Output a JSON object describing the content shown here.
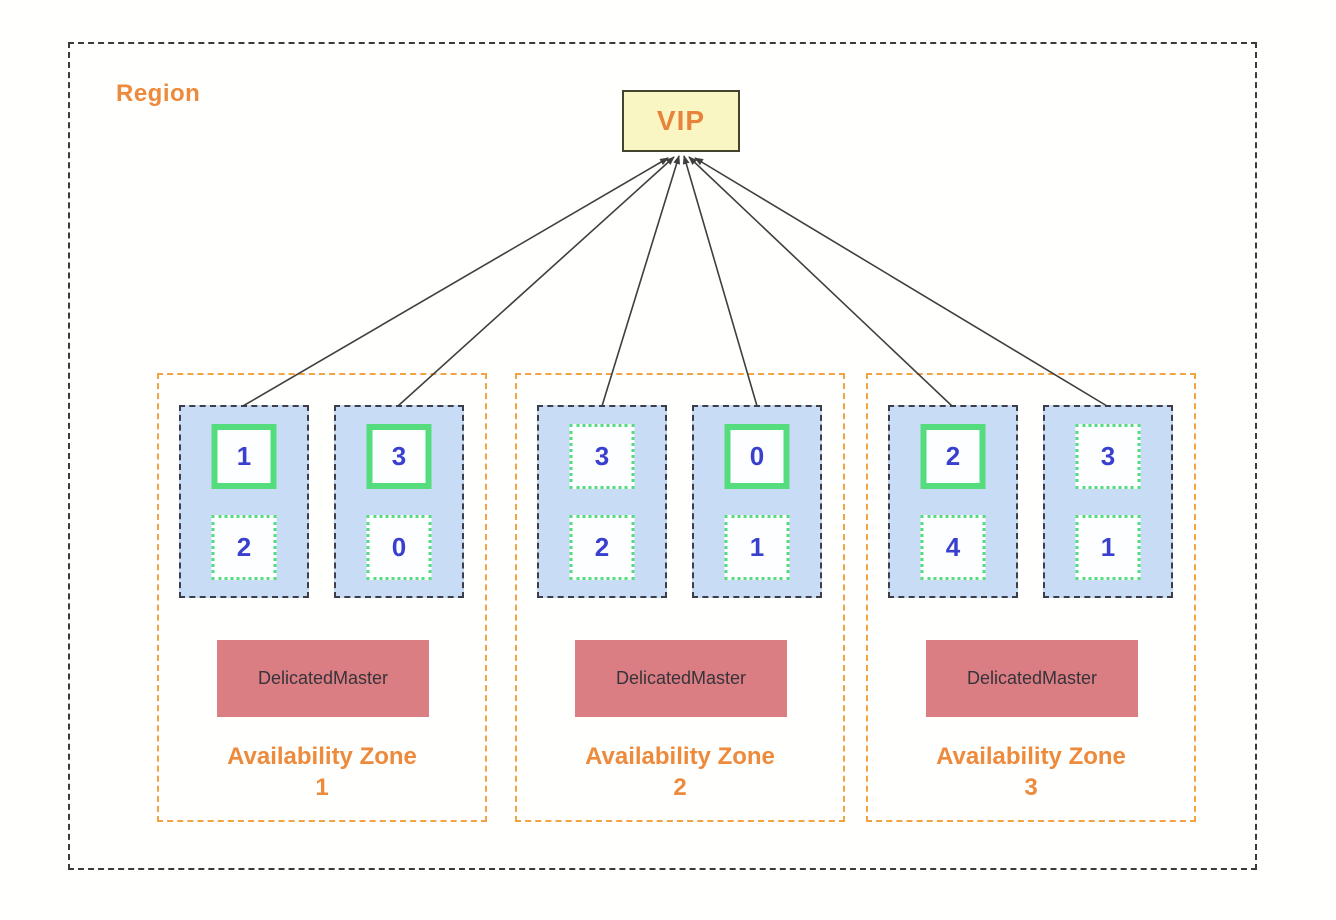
{
  "region": {
    "label": "Region"
  },
  "vip": {
    "label": "VIP"
  },
  "zones": [
    {
      "label": "Availability Zone",
      "number": "1",
      "master_label": "DelicatedMaster",
      "nodes": [
        {
          "shards": [
            {
              "value": "1",
              "style": "solid"
            },
            {
              "value": "2",
              "style": "dotted"
            }
          ]
        },
        {
          "shards": [
            {
              "value": "3",
              "style": "solid"
            },
            {
              "value": "0",
              "style": "dotted"
            }
          ]
        }
      ]
    },
    {
      "label": "Availability Zone",
      "number": "2",
      "master_label": "DelicatedMaster",
      "nodes": [
        {
          "shards": [
            {
              "value": "3",
              "style": "dotted"
            },
            {
              "value": "2",
              "style": "dotted"
            }
          ]
        },
        {
          "shards": [
            {
              "value": "0",
              "style": "solid"
            },
            {
              "value": "1",
              "style": "dotted"
            }
          ]
        }
      ]
    },
    {
      "label": "Availability Zone",
      "number": "3",
      "master_label": "DelicatedMaster",
      "nodes": [
        {
          "shards": [
            {
              "value": "2",
              "style": "solid"
            },
            {
              "value": "4",
              "style": "dotted"
            }
          ]
        },
        {
          "shards": [
            {
              "value": "3",
              "style": "dotted"
            },
            {
              "value": "1",
              "style": "dotted"
            }
          ]
        }
      ]
    }
  ],
  "colors": {
    "region_border": "#3b3b3b",
    "orange_text": "#ED8A3C",
    "az_border": "#F2A444",
    "vip_bg": "#FAF6C4",
    "vip_border": "#44442e",
    "vip_text": "#E8833B",
    "node_bg": "#C8DCF6",
    "node_border": "#3e3e4a",
    "shard_green": "#54DC7D",
    "shard_number": "#3940CE",
    "master_bg": "#DB7E83",
    "master_text": "#36333a",
    "line": "#3f3f3f"
  }
}
